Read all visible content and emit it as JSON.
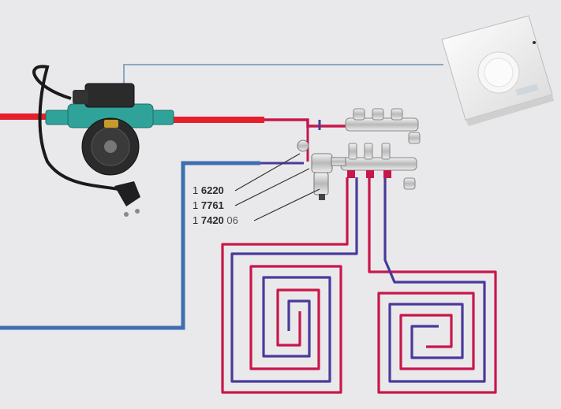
{
  "labels": [
    {
      "prefix": "1",
      "code": "6220",
      "suffix": ""
    },
    {
      "prefix": "1",
      "code": "7761",
      "suffix": ""
    },
    {
      "prefix": "1",
      "code": "7420",
      "suffix": "06"
    }
  ],
  "colors": {
    "background": "#e9e9eb",
    "hot_pipe": "#c8174b",
    "hot_feed": "#e5202b",
    "cold_pipe": "#4a3a9a",
    "return_pipe": "#3f6fb0",
    "pump_body": "#2fa39a",
    "wire": "#8aa8c0",
    "thermostat": "#f4f4f4"
  }
}
